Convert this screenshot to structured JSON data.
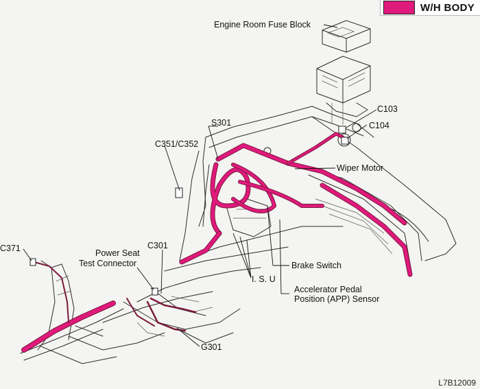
{
  "legend": {
    "label": "W/H BODY",
    "color": "#e0197d"
  },
  "labels": {
    "engine_room_fuse_block": "Engine Room Fuse Block",
    "c103": "C103",
    "c104": "C104",
    "s301": "S301",
    "c351_c352": "C351/C352",
    "wiper_motor": "Wiper Motor",
    "c371": "C371",
    "power_seat_line1": "Power Seat",
    "power_seat_line2": "Test Connector",
    "c301": "C301",
    "brake_switch": "Brake Switch",
    "isu": "I. S. U",
    "app_line1": "Accelerator Pedal",
    "app_line2": "Position (APP) Sensor",
    "g301": "G301"
  },
  "diagram_code": "L7B12009",
  "colors": {
    "harness": "#e0197d",
    "harness_dark": "#7a1a3a",
    "line": "#2a2a2a"
  }
}
